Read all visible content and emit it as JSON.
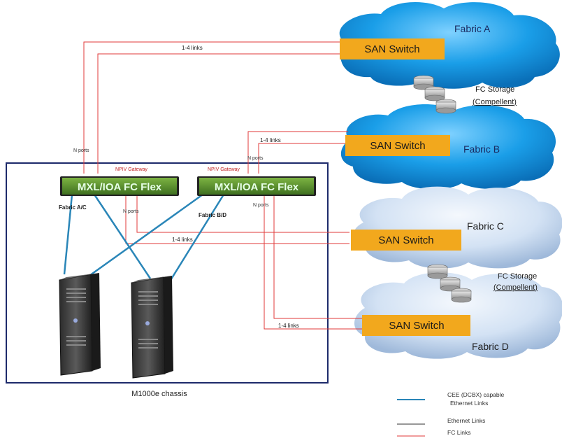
{
  "fabrics": {
    "a": "Fabric A",
    "b": "Fabric B",
    "c": "Fabric C",
    "d": "Fabric D"
  },
  "switches": {
    "sw1": "SAN Switch",
    "sw2": "SAN Switch",
    "sw3": "SAN Switch",
    "sw4": "SAN Switch"
  },
  "storage": {
    "top": {
      "line1": "FC Storage",
      "line2": "(Compellent)"
    },
    "bottom": {
      "line1": "FC Storage",
      "line2": "(Compellent)"
    }
  },
  "flex_modules": {
    "left": "MXL/IOA FC Flex",
    "right": "MXL/IOA FC Flex"
  },
  "annotations": {
    "links_1": "1-4 links",
    "links_2": "1-4 links",
    "links_3": "1-4 links",
    "links_4": "1-4 links",
    "nports_1": "N ports",
    "nports_2": "N ports",
    "nports_3": "N ports",
    "nports_4": "N ports",
    "npiv_left": "NPIV Gateway",
    "npiv_right": "NPIV Gateway",
    "fabric_ac": "Fabric A/C",
    "fabric_bd": "Fabric B/D"
  },
  "chassis": {
    "label": "M1000e chassis"
  },
  "legend": {
    "cee_line1": "CEE (DCBX) capable",
    "cee_line2": "Ethernet Links",
    "ethernet": "Ethernet Links",
    "fc": "FC Links"
  },
  "colors": {
    "fc_link": "#e03a3a",
    "ethernet_cee": "#2a86b8",
    "ethernet": "#303030",
    "switch_fill": "#f2a81d",
    "flex_fill": "#4f8a26",
    "chassis_border": "#1d2a6b",
    "cloud_blue": "#1a9ee8",
    "cloud_light": "#c9dcf2"
  }
}
